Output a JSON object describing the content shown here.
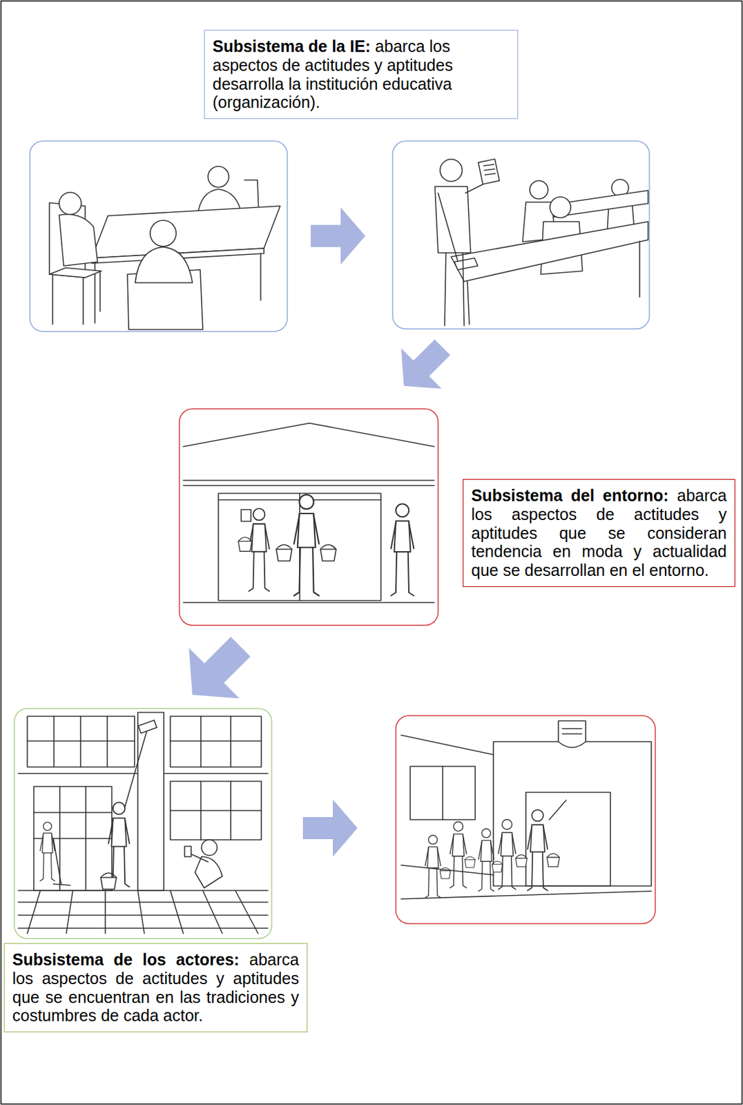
{
  "diagram": {
    "nodes": [
      {
        "text": [
          "Subsistema de la IE:",
          "abarca los aspectos de actitudes y aptitudes desarrolla la institución educativa (organización)."
        ]
      },
      {
        "text": [
          "Subsistema del entorno:",
          "abarca los aspectos de actitudes y aptitudes que se consideran tendencia en moda y actualidad que se desarrollan en el entorno."
        ]
      },
      {
        "text": [
          "Subsistema de los actores:",
          "abarca los aspectos de actitudes y aptitudes que se encuentran en las tradiciones y costumbres de cada actor."
        ]
      }
    ]
  }
}
